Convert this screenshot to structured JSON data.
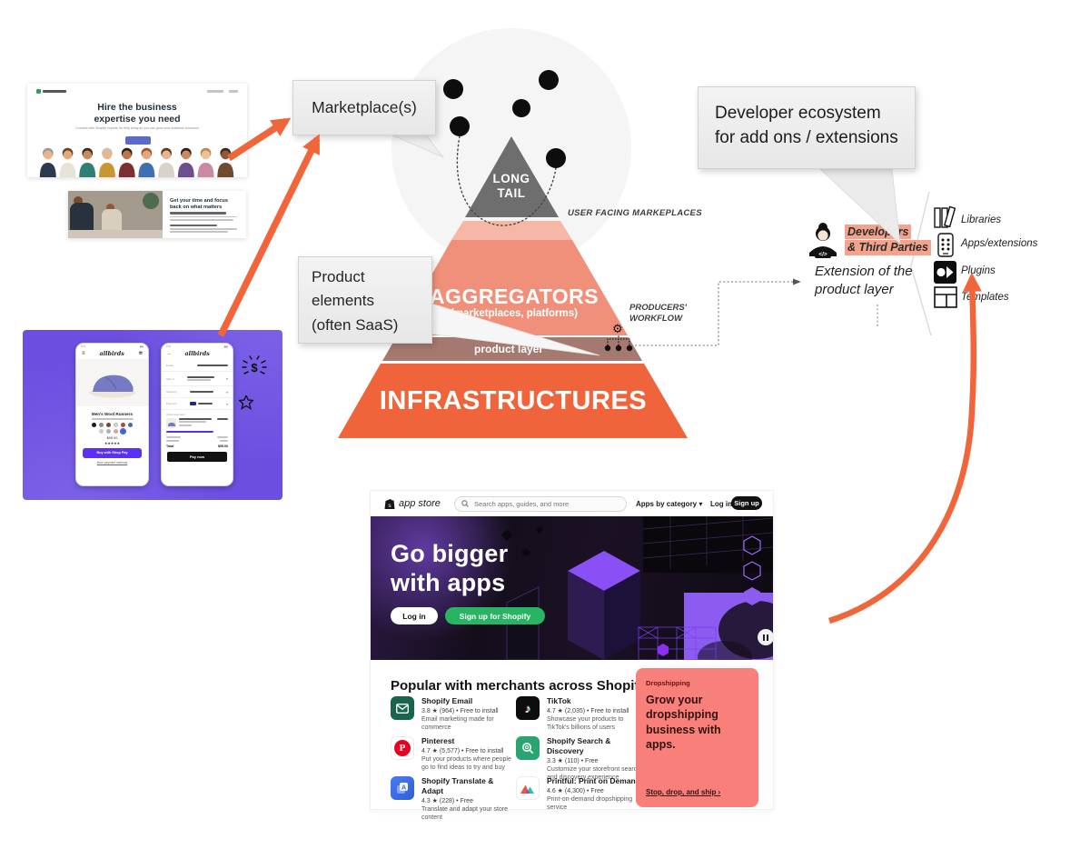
{
  "diagram": {
    "callout_marketplaces": "Marketplace(s)",
    "callout_product_elements": [
      "Product",
      "elements",
      "(often SaaS)"
    ],
    "callout_dev_ecosystem": [
      "Developer ecosystem",
      "for add ons / extensions"
    ],
    "long_tail": [
      "LONG",
      "TAIL"
    ],
    "aggregators_title": "AGGREGATORS",
    "aggregators_subtitle": "(marketplaces, platforms)",
    "product_layer": "product layer",
    "infrastructures": "INFRASTRUCTURES",
    "user_facing": "USER FACING MARKEPLACES",
    "producers_workflow": [
      "PRODUCERS'",
      "WORKFLOW"
    ],
    "developers_highlight": [
      "Developers",
      "& Third Parties"
    ],
    "extension_caption": [
      "Extension of the",
      "product layer"
    ],
    "ecosystem_items": [
      {
        "icon": "libraries-icon",
        "label": "Libraries"
      },
      {
        "icon": "apps-extensions-icon",
        "label": "Apps/extensions"
      },
      {
        "icon": "plugins-icon",
        "label": "Plugins"
      },
      {
        "icon": "templates-icon",
        "label": "Templates"
      }
    ]
  },
  "experts_page": {
    "heading": [
      "Hire the business",
      "expertise you need"
    ],
    "subheading": "Connect with Shopify experts for help today so you can grow your business tomorrow",
    "section_heading": [
      "Get your time and focus",
      "back on what matters"
    ]
  },
  "allbirds": {
    "brand": "allbirds",
    "product_name": "Men's Wool Runners",
    "price": "$95.00",
    "rating_stars": "★★★★★",
    "shop_pay_label": "Buy with Shop Pay",
    "more_payments": "More payment methods",
    "checkout_labels": [
      "Email",
      "Ship to",
      "Shipping",
      "Payment"
    ],
    "order_summary_label": "Order summary",
    "total_label": "Total",
    "total_value": "$95.00",
    "pay_button": "Pay now"
  },
  "appstore": {
    "logo_text": "app store",
    "search_placeholder": "Search apps, guides, and more",
    "nav_category": "Apps by category ▾",
    "nav_login": "Log in",
    "nav_signup": "Sign up",
    "hero_title": [
      "Go bigger",
      "with apps"
    ],
    "hero_login": "Log in",
    "hero_signup": "Sign up for Shopify",
    "section_title": "Popular with merchants across Shopify",
    "apps": [
      {
        "name": "Shopify Email",
        "meta": "3.8 ★ (964) • Free to install",
        "desc": "Email marketing made for commerce"
      },
      {
        "name": "TikTok",
        "meta": "4.7 ★ (2,035) • Free to install",
        "desc": "Showcase your products to TikTok's billions of users"
      },
      {
        "name": "Pinterest",
        "meta": "4.7 ★ (5,577) • Free to install",
        "desc": "Put your products where people go to find ideas to try and buy"
      },
      {
        "name": "Shopify Search & Discovery",
        "meta": "3.3 ★ (110) • Free",
        "desc": "Customize your storefront search and discovery experience"
      },
      {
        "name": "Shopify Translate & Adapt",
        "meta": "4.3 ★ (228) • Free",
        "desc": "Translate and adapt your store content"
      },
      {
        "name": "Printful: Print on Demand",
        "meta": "4.6 ★ (4,300) • Free",
        "desc": "Print-on-demand dropshipping service"
      }
    ],
    "promo": {
      "tag": "Dropshipping",
      "title": "Grow your dropshipping business with apps.",
      "link": "Stop, drop, and ship ›"
    }
  },
  "colors": {
    "accent_orange": "#f1653b",
    "salmon_tier": "#f0907a",
    "gray_tier": "#6e6e6e",
    "product_layer_band": "#a5796f",
    "developers_highlight": "#f3a28b",
    "promo_pink": "#f97f7b",
    "shopify_green": "#28b463",
    "shop_pay_purple": "#5a31f4",
    "allbirds_purple": "#6b4fe0"
  }
}
